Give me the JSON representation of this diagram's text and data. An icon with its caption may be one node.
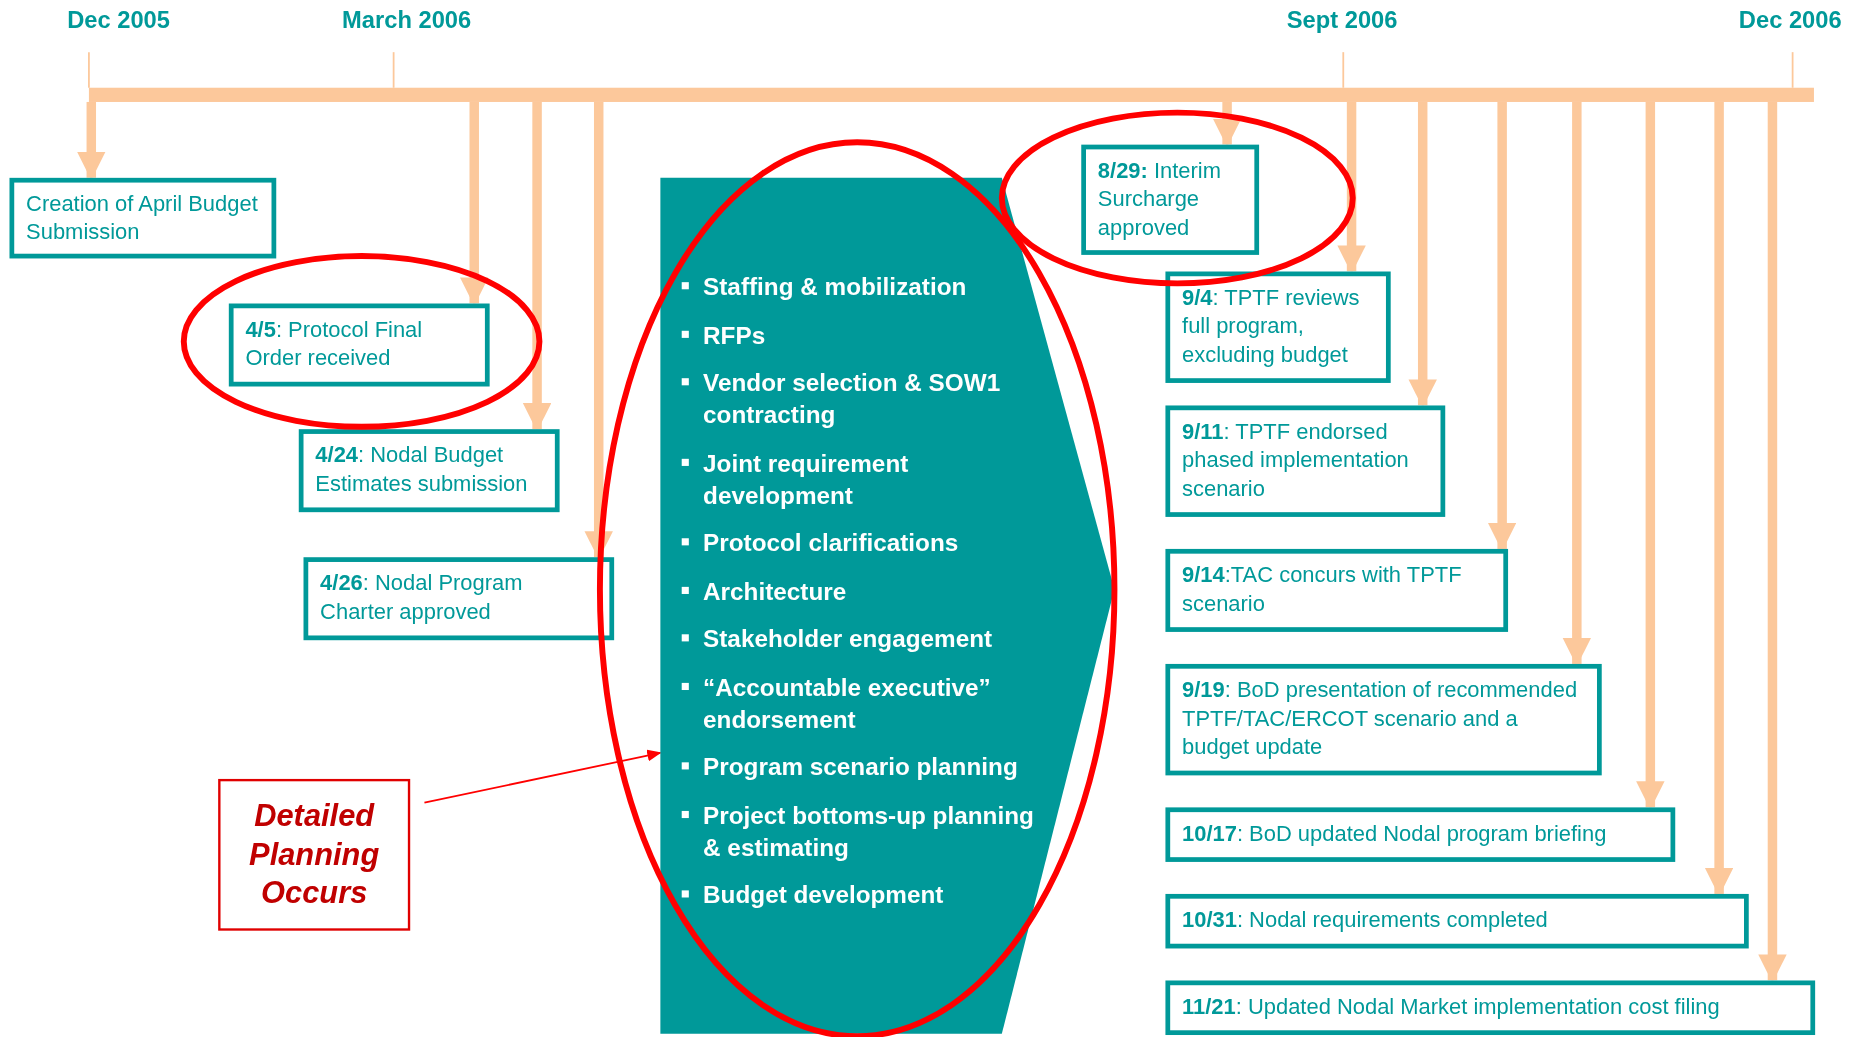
{
  "diagram": {
    "nodes": [
      {
        "text": [],
        "shape": "bar"
      },
      {
        "text": [
          "Creation of April Budget Submission"
        ]
      },
      {
        "text": [
          "**4/5**: Protocol Final Order received"
        ]
      },
      {
        "text": [
          "**4/24**: Nodal Budget Estimates submission"
        ]
      },
      {
        "text": [
          "**4/26**: Nodal Program Charter approved"
        ]
      },
      {
        "text": [
          "Staffing & mobilization",
          "RFPs",
          "Vendor selection &  SOW1 contracting",
          "Joint requirement development",
          "Protocol clarifications",
          "Architecture",
          "Stakeholder engagement",
          "“Accountable executive” endorsement",
          "Program scenario planning",
          "Project bottoms-up planning & estimating",
          "Budget development"
        ]
      },
      {
        "text": [
          "**8/29:** Interim Surcharge approved"
        ]
      },
      {
        "text": [
          "**9/4**: TPTF reviews full program, excluding budget"
        ]
      },
      {
        "text": [
          "**9/11**: TPTF endorsed phased implementation scenario"
        ]
      },
      {
        "text": [
          "**9/14**:TAC concurs with  TPTF scenario"
        ]
      },
      {
        "text": [
          "**9/19**: BoD presentation of recommended TPTF/TAC/ERCOT scenario and a budget update"
        ]
      },
      {
        "text": [
          "**10/17**: BoD updated Nodal program briefing"
        ]
      },
      {
        "text": [
          "**10/31**: Nodal requirements completed"
        ]
      },
      {
        "text": [
          "**11/21**: Updated Nodal Market implementation cost filing"
        ]
      },
      {
        "text": [
          "Detailed Planning Occurs"
        ]
      }
    ],
    "edges": [
      {
        "from": 0,
        "to": 1,
        "arrow": "to"
      },
      {
        "from": 0,
        "to": 2,
        "arrow": "to"
      },
      {
        "from": 0,
        "to": 3,
        "arrow": "to"
      },
      {
        "from": 0,
        "to": 4,
        "arrow": "to"
      },
      {
        "from": 0,
        "to": 6,
        "arrow": "to"
      },
      {
        "from": 0,
        "to": 7,
        "arrow": "to"
      },
      {
        "from": 0,
        "to": 8,
        "arrow": "to"
      },
      {
        "from": 0,
        "to": 9,
        "arrow": "to"
      },
      {
        "from": 0,
        "to": 10,
        "arrow": "to"
      },
      {
        "from": 0,
        "to": 11,
        "arrow": "to"
      },
      {
        "from": 0,
        "to": 12,
        "arrow": "to"
      },
      {
        "from": 0,
        "to": 13,
        "arrow": "to"
      },
      {
        "from": 14,
        "to": 5,
        "arrow": "to",
        "color": "#ff0000"
      }
    ],
    "labels": [
      "Dec 2005",
      "March 2006",
      "Sept 2006",
      "Dec 2006"
    ]
  }
}
